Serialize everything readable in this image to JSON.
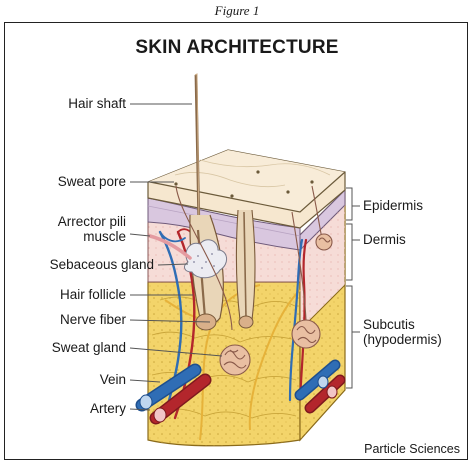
{
  "figure_caption": "Figure 1",
  "title": "SKIN ARCHITECTURE",
  "left_labels": {
    "hair_shaft": "Hair shaft",
    "sweat_pore": "Sweat pore",
    "arrector_pili_line1": "Arrector pili",
    "arrector_pili_line2": "muscle",
    "sebaceous_gland": "Sebaceous gland",
    "hair_follicle": "Hair follicle",
    "nerve_fiber": "Nerve fiber",
    "sweat_gland": "Sweat gland",
    "vein": "Vein",
    "artery": "Artery"
  },
  "right_labels": {
    "epidermis": "Epidermis",
    "dermis": "Dermis",
    "subcutis_line1": "Subcutis",
    "subcutis_line2": "(hypodermis)"
  },
  "credit": "Particle Sciences",
  "colors": {
    "epidermis_top": "#f6e7cf",
    "epidermis_layer": "#d9c7df",
    "dermis": "#f6dcd7",
    "subcutis_fat": "#f3d46a",
    "vein": "#2f6db5",
    "artery": "#b3262c",
    "nerve": "#e6b23a"
  }
}
